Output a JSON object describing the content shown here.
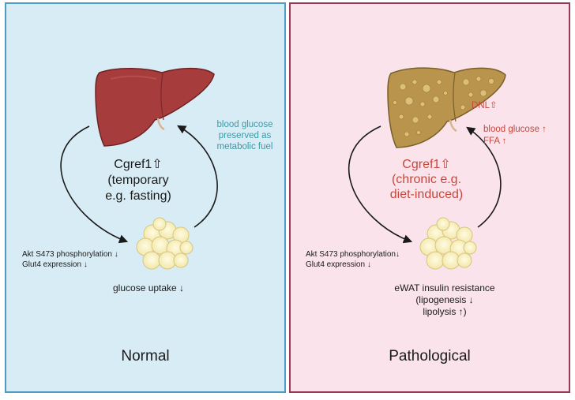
{
  "colors": {
    "normal_bg": "#d8ecf5",
    "normal_border": "#4f9cc3",
    "pathological_bg": "#fae3eb",
    "pathological_border": "#9b3a55",
    "accent_teal": "#3a9aa6",
    "accent_red": "#c8473d",
    "healthy_liver": "#a63c3c",
    "fatty_liver": "#b9944c"
  },
  "normal": {
    "title": "Normal",
    "factor": {
      "line1": "Cgref1⇧",
      "line2": "(temporary",
      "line3": "e.g. fasting)"
    },
    "liver_note": {
      "line1": "blood glucose",
      "line2": "preserved as",
      "line3": "metabolic fuel"
    },
    "adipose_effects": {
      "line1": "Akt S473 phosphorylation ↓",
      "line2": "Glut4 expression  ↓"
    },
    "outcome": "glucose uptake ↓"
  },
  "pathological": {
    "title": "Pathological",
    "factor": {
      "line1": "Cgref1⇧",
      "line2": "(chronic e.g.",
      "line3": "diet-induced)"
    },
    "liver_notes": {
      "dnl": "DNL⇧",
      "line1": "blood glucose ↑",
      "line2": "FFA ↑"
    },
    "adipose_effects": {
      "line1": "Akt S473 phosphorylation↓",
      "line2": "Glut4 expression  ↓"
    },
    "outcome": {
      "line1": "eWAT insulin resistance",
      "line2": "(lipogenesis ↓",
      "line3": "lipolysis ↑)"
    }
  }
}
